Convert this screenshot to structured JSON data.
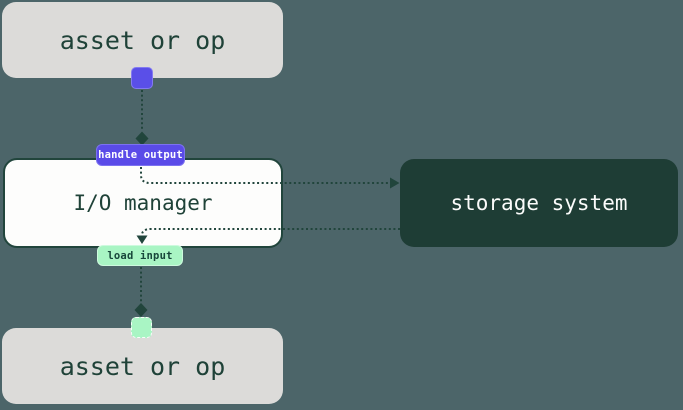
{
  "diagram": {
    "nodes": {
      "asset_top": {
        "label": "asset or op"
      },
      "io_manager": {
        "label": "I/O manager"
      },
      "storage": {
        "label": "storage system"
      },
      "asset_bottom": {
        "label": "asset or op"
      }
    },
    "badges": {
      "handle_output": {
        "label": "handle output"
      },
      "load_input": {
        "label": "load input"
      }
    },
    "edges": [
      {
        "from": "asset_top_output_port",
        "to": "handle_output_badge",
        "style": "dotted",
        "end": "diamond"
      },
      {
        "from": "handle_output_badge",
        "to": "storage",
        "style": "dotted",
        "end": "arrow"
      },
      {
        "from": "storage",
        "to": "load_input_badge",
        "style": "dotted",
        "end": "arrow"
      },
      {
        "from": "load_input_badge",
        "to": "asset_bottom_input_port",
        "style": "dotted",
        "end": "diamond"
      }
    ],
    "colors": {
      "background": "#4c6569",
      "dark_green": "#21453c",
      "node_gray": "#dcdbd9",
      "node_white": "#fdfdfc",
      "storage_fill": "#1e3d35",
      "accent_purple": "#5a4fe8",
      "accent_light_green": "#a9f5c4"
    }
  }
}
